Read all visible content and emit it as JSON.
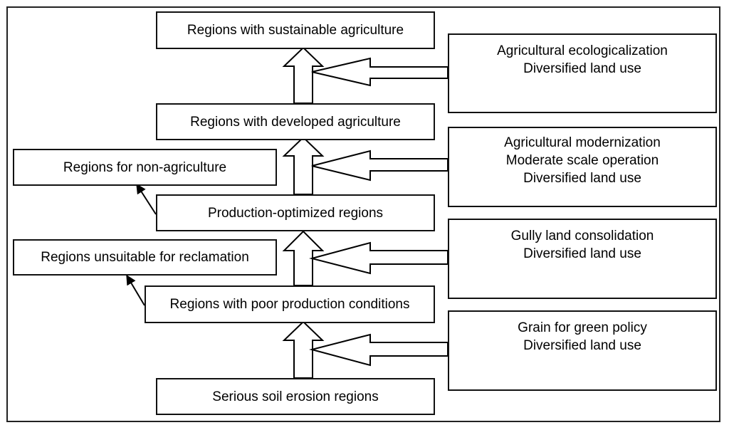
{
  "stages": {
    "sustainable": "Regions with sustainable agriculture",
    "developed": "Regions with developed agriculture",
    "non_agriculture": "Regions for non-agriculture",
    "optimized": "Production-optimized regions",
    "unsuitable": "Regions unsuitable for reclamation",
    "poor": "Regions with poor production conditions",
    "erosion": "Serious soil erosion regions"
  },
  "measures": [
    {
      "lines": [
        "Agricultural ecologicalization",
        "Diversified land use"
      ]
    },
    {
      "lines": [
        "Agricultural modernization",
        "Moderate scale operation",
        "Diversified land use"
      ]
    },
    {
      "lines": [
        "Gully land consolidation",
        "Diversified land use"
      ]
    },
    {
      "lines": [
        "Grain for green policy",
        "Diversified land use"
      ]
    }
  ]
}
